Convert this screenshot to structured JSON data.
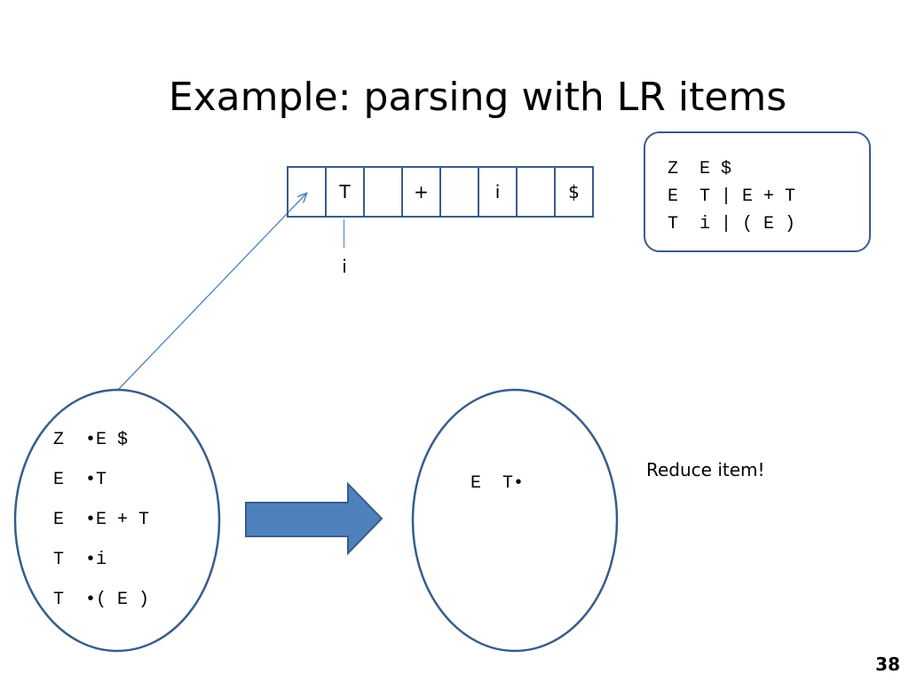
{
  "title": "Example: parsing with LR items",
  "input_tape": {
    "cells": [
      "",
      "T",
      "",
      "+",
      "",
      "i",
      "",
      "$"
    ],
    "pointer_label": "i"
  },
  "grammar": {
    "rules": [
      "Z  E $",
      "E  T | E + T",
      "T  i | ( E )"
    ]
  },
  "state_initial": {
    "items": [
      "Z  •E $",
      "E  •T",
      "E  •E + T",
      "T  •i",
      "T  •( E )"
    ]
  },
  "state_next": {
    "items": [
      "E  T•"
    ]
  },
  "note": "Reduce item!",
  "page_number": "38",
  "colors": {
    "outline": "#385d8a",
    "arrow_fill": "#4f81bd",
    "pointer_line": "#4f81bd"
  }
}
